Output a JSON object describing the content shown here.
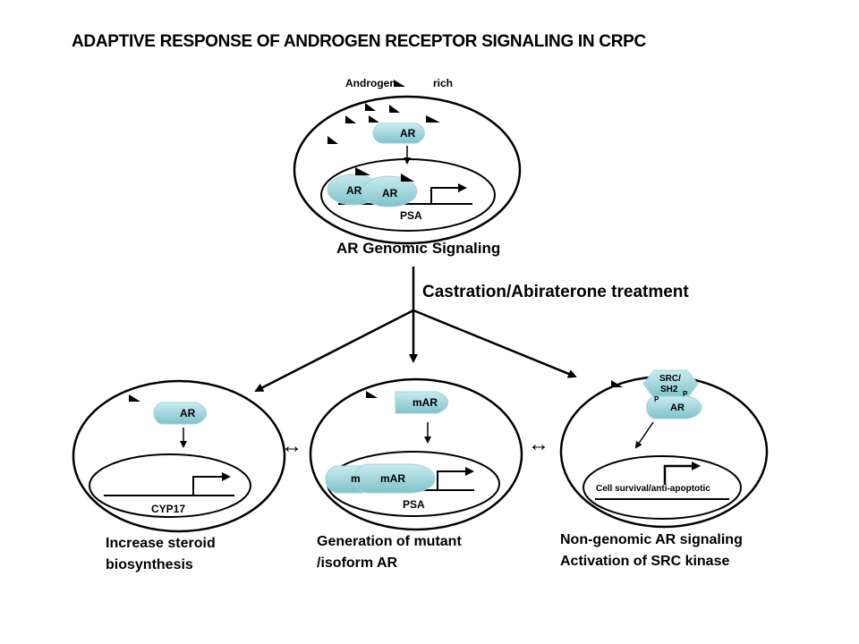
{
  "title": "ADAPTIVE RESPONSE OF ANDROGEN RECEPTOR SIGNALING IN CRPC",
  "legend": {
    "androgen": "Androgen",
    "rich": "rich",
    "androgen_symbol": "black-triangle"
  },
  "top_cell": {
    "cytoplasm_receptor": "AR",
    "dimer_left": "AR",
    "dimer_right": "AR",
    "gene": "PSA",
    "caption": "AR Genomic Signaling"
  },
  "treatment": "Castration/Abiraterone treatment",
  "left_cell": {
    "receptor": "AR",
    "gene": "CYP17",
    "caption_line1": "Increase steroid",
    "caption_line2": "biosynthesis"
  },
  "middle_cell": {
    "receptor": "mAR",
    "dimer_left": "m",
    "dimer_right": "mAR",
    "gene": "PSA",
    "caption_line1": "Generation of mutant",
    "caption_line2": "/isoform AR"
  },
  "right_cell": {
    "kinase_line1": "SRC/",
    "kinase_line2": "SH2",
    "phospho_left": "P",
    "phospho_right": "P",
    "receptor": "AR",
    "gene": "Cell survival/anti-apoptotic",
    "caption_line1": "Non-genomic AR signaling",
    "caption_line2": "Activation of SRC kinase"
  },
  "colors": {
    "receptor_fill": "#8fcfd6",
    "receptor_light": "#c9ecef",
    "line": "#000000"
  },
  "icons": {
    "double_arrow": "left-right-arrow-icon"
  }
}
